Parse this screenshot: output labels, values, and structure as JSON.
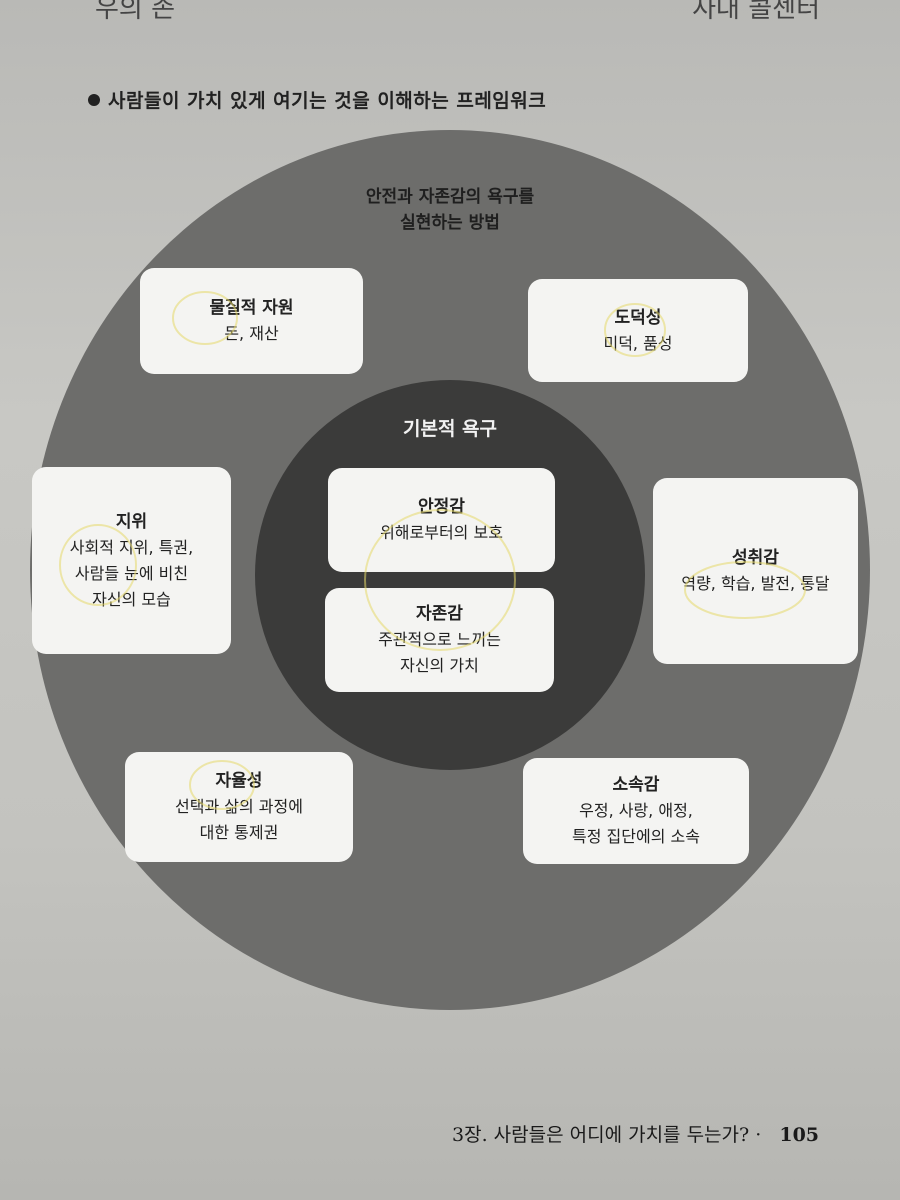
{
  "header": {
    "left": "우의 존",
    "right": "사대 콜센터"
  },
  "caption": "사람들이 가치 있게 여기는 것을 이해하는 프레임워크",
  "outer_title": "안전과 자존감의 욕구를\n실현하는 방법",
  "inner_title": "기본적 욕구",
  "inner_boxes": [
    {
      "title": "안정감",
      "desc": "위해로부터의 보호"
    },
    {
      "title": "자존감",
      "desc": "주관적으로 느끼는\n자신의 가치"
    }
  ],
  "outer_boxes": [
    {
      "title": "물질적 자원",
      "desc": "돈, 재산"
    },
    {
      "title": "도덕성",
      "desc": "미덕, 품성"
    },
    {
      "title": "지위",
      "desc": "사회적 지위, 특권,\n사람들 눈에 비친\n자신의 모습"
    },
    {
      "title": "성취감",
      "desc": "역량, 학습, 발전, 통달"
    },
    {
      "title": "자율성",
      "desc": "선택과 삶의 과정에\n대한 통제권"
    },
    {
      "title": "소속감",
      "desc": "우정, 사랑, 애정,\n특정 집단에의 소속"
    }
  ],
  "footer": {
    "chapter": "3장. 사람들은 어디에 가치를 두는가?",
    "separator": "·",
    "page": "105"
  }
}
